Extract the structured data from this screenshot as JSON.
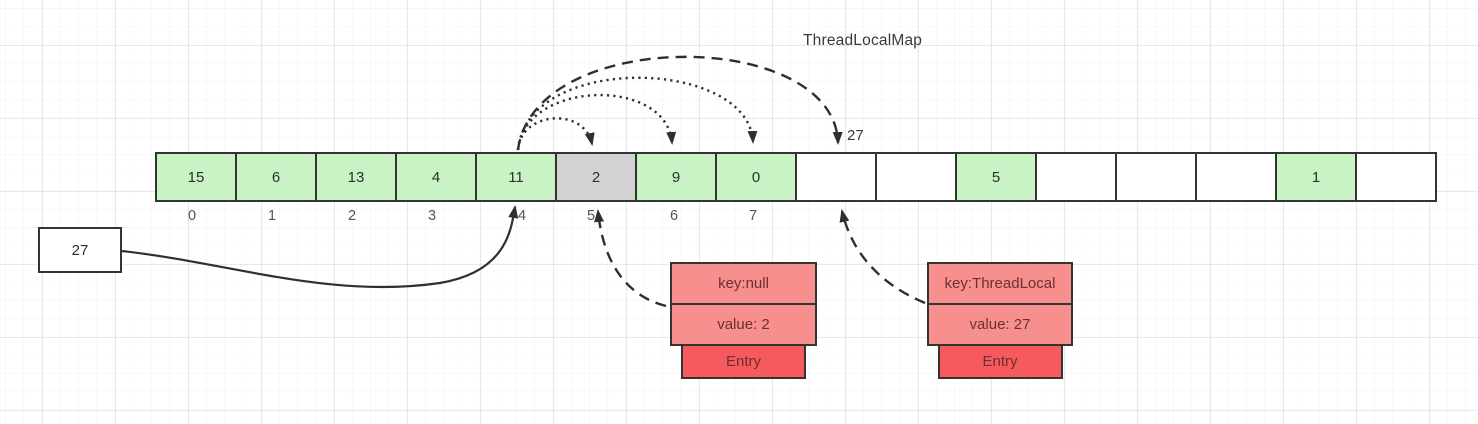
{
  "title": "ThreadLocalMap",
  "array": {
    "cells": [
      {
        "value": "15",
        "state": "filled"
      },
      {
        "value": "6",
        "state": "filled"
      },
      {
        "value": "13",
        "state": "filled"
      },
      {
        "value": "4",
        "state": "filled"
      },
      {
        "value": "11",
        "state": "filled"
      },
      {
        "value": "2",
        "state": "stale"
      },
      {
        "value": "9",
        "state": "filled"
      },
      {
        "value": "0",
        "state": "filled"
      },
      {
        "value": "",
        "state": "empty"
      },
      {
        "value": "",
        "state": "empty"
      },
      {
        "value": "5",
        "state": "filled"
      },
      {
        "value": "",
        "state": "empty"
      },
      {
        "value": "",
        "state": "empty"
      },
      {
        "value": "",
        "state": "empty"
      },
      {
        "value": "1",
        "state": "filled"
      },
      {
        "value": "",
        "state": "empty"
      }
    ],
    "index_labels": [
      "0",
      "1",
      "2",
      "3",
      "4",
      "5",
      "6",
      "7"
    ]
  },
  "probe_target_label": "27",
  "incoming_value_box": {
    "label": "27"
  },
  "entries": [
    {
      "key_label": "key:null",
      "value_label": "value: 2",
      "footer_label": "Entry"
    },
    {
      "key_label": "key:ThreadLocal",
      "value_label": "value: 27",
      "footer_label": "Entry"
    }
  ],
  "colors": {
    "cell_filled": "#c9f3c4",
    "cell_stale": "#d2d2d2",
    "cell_empty": "#ffffff",
    "cell_border": "#333333",
    "entry_section_bg": "#f78f8f",
    "entry_footer_bg": "#f75a5e",
    "entry_text": "#6b3030",
    "arrow": "#2f2f2f"
  }
}
